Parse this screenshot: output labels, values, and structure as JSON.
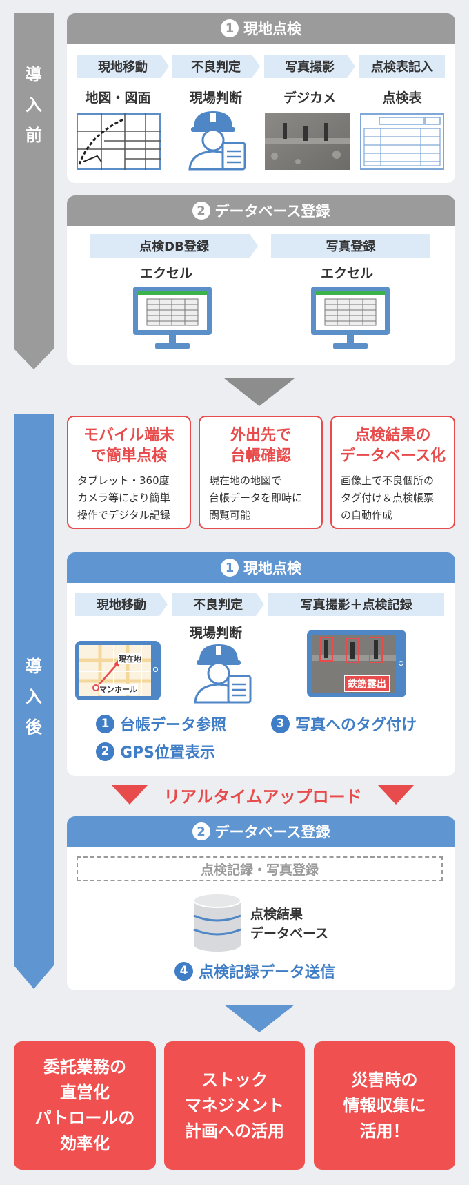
{
  "before": {
    "side_label": [
      "導",
      "入",
      "前"
    ],
    "panel1": {
      "number": "1",
      "title": "現地点検",
      "steps": [
        "現地移動",
        "不良判定",
        "写真撮影",
        "点検表記入"
      ],
      "tools": [
        "地図・図面",
        "現場判断",
        "デジカメ",
        "点検表"
      ]
    },
    "panel2": {
      "number": "2",
      "title": "データベース登録",
      "steps": [
        "点検DB登録",
        "写真登録"
      ],
      "tools": [
        "エクセル",
        "エクセル"
      ]
    }
  },
  "features": [
    {
      "title_lines": [
        "モバイル端末",
        "で簡単点検"
      ],
      "desc_lines": [
        "タブレット・360度",
        "カメラ等により簡単",
        "操作でデジタル記録"
      ]
    },
    {
      "title_lines": [
        "外出先で",
        "台帳確認"
      ],
      "desc_lines": [
        "現在地の地図で",
        "台帳データを即時に",
        "閲覧可能"
      ]
    },
    {
      "title_lines": [
        "点検結果の",
        "データベース化"
      ],
      "desc_lines": [
        "画像上で不良個所の",
        "タグ付け＆点検帳票",
        "の自動作成"
      ]
    }
  ],
  "after": {
    "side_label": [
      "導",
      "入",
      "後"
    ],
    "panel1": {
      "number": "1",
      "title": "現地点検",
      "steps": [
        "現地移動",
        "不良判定",
        "写真撮影＋点検記録"
      ],
      "judge_label": "現場判断",
      "map_labels": {
        "current": "現在地",
        "manhole": "マンホール"
      },
      "photo_tag": "鉄筋露出",
      "functions": [
        {
          "num": "1",
          "text": "台帳データ参照"
        },
        {
          "num": "2",
          "text": "GPS位置表示"
        },
        {
          "num": "3",
          "text": "写真へのタグ付け"
        }
      ]
    },
    "upload_label": "リアルタイムアップロード",
    "panel2": {
      "number": "2",
      "title": "データベース登録",
      "dashed_label": "点検記録・写真登録",
      "db_label_lines": [
        "点検結果",
        "データベース"
      ],
      "function": {
        "num": "4",
        "text": "点検記録データ送信"
      }
    }
  },
  "results": [
    [
      "委託業務の",
      "直営化",
      "パトロールの",
      "効率化"
    ],
    [
      "ストック",
      "マネジメント",
      "計画への活用"
    ],
    [
      "災害時の",
      "情報収集に",
      "活用！"
    ]
  ],
  "colors": {
    "gray": "#9b9b9b",
    "blue": "#5f95d0",
    "red": "#e84b4b",
    "light_blue": "#dce9f7"
  }
}
